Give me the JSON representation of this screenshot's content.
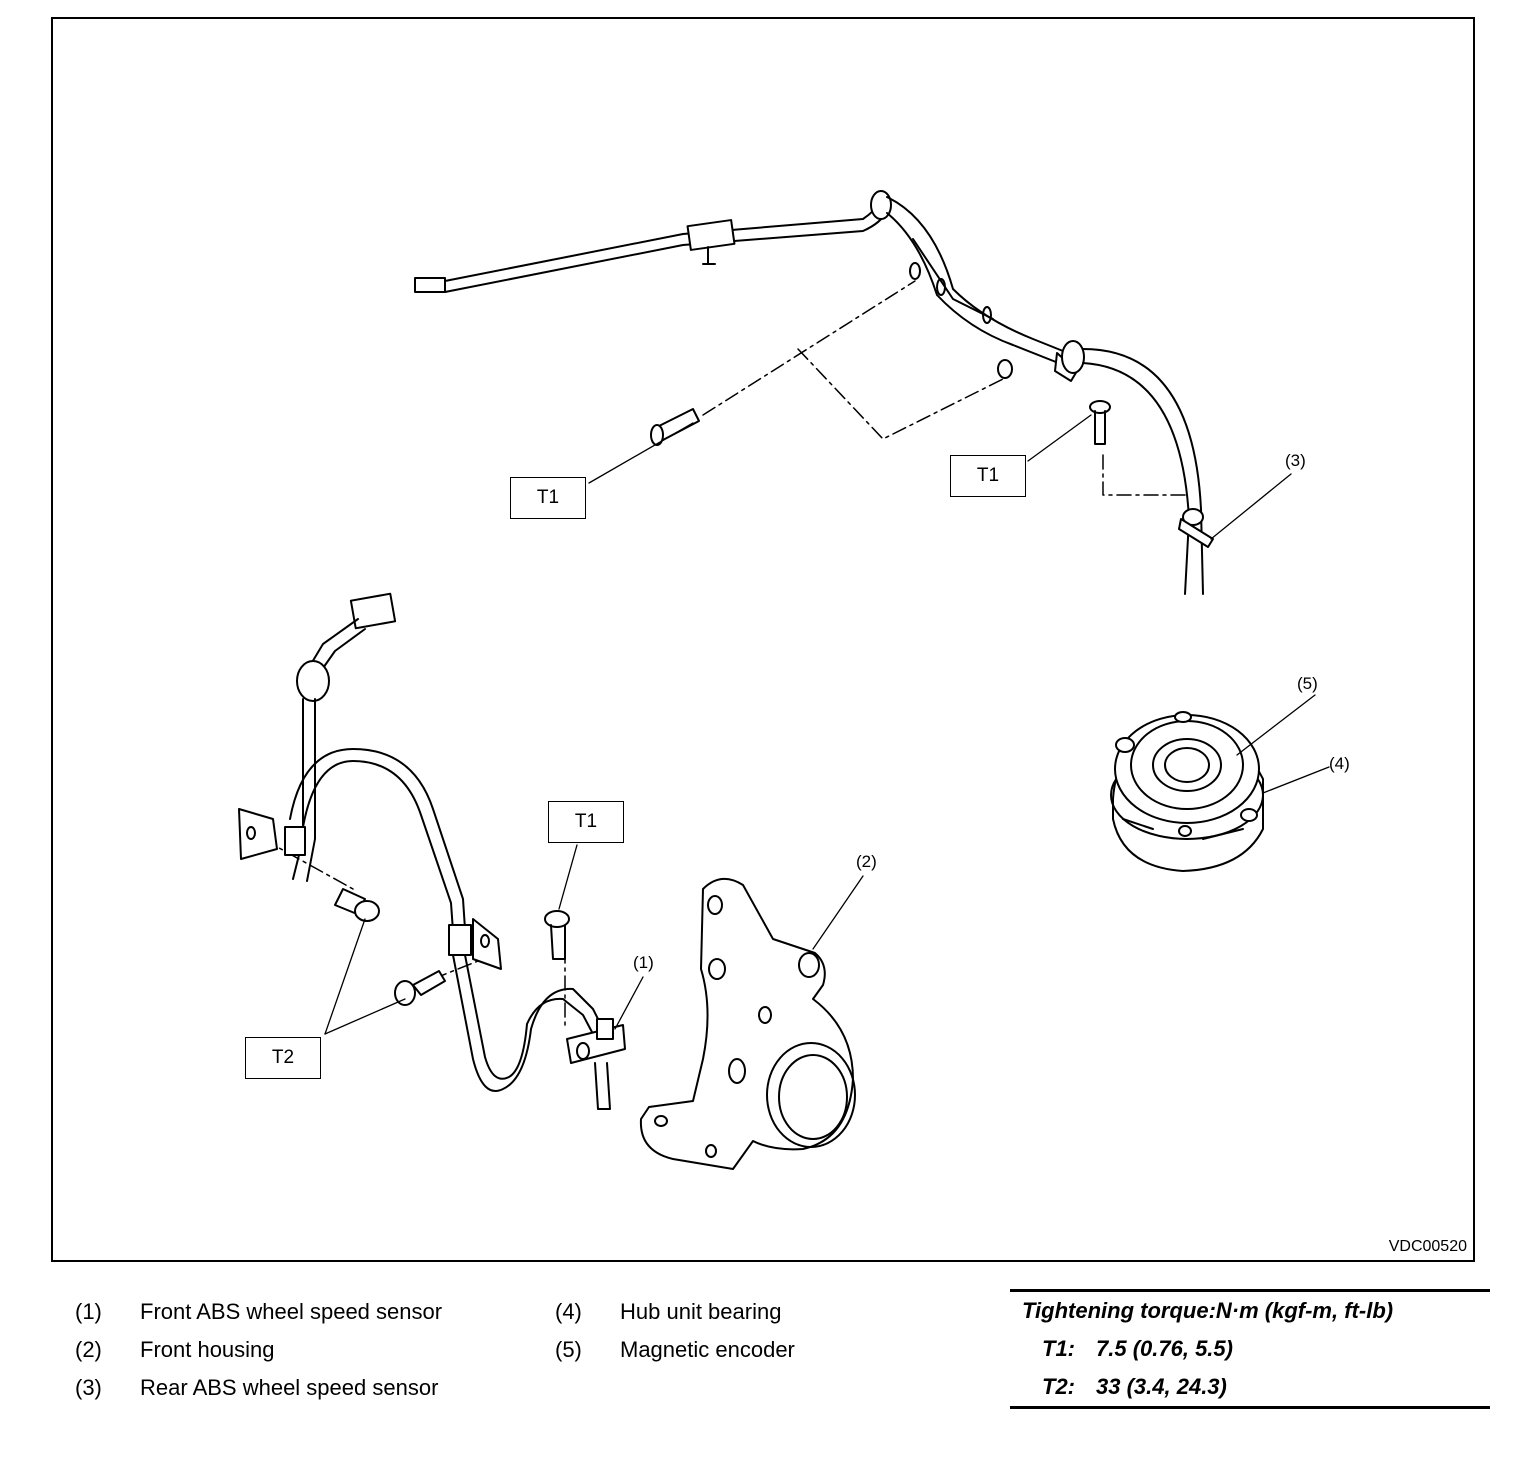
{
  "figure": {
    "id": "VDC00520",
    "callouts": {
      "t1_a": "T1",
      "t1_b": "T1",
      "t1_c": "T1",
      "t2": "T2"
    },
    "refs": {
      "r1": "(1)",
      "r2": "(2)",
      "r3": "(3)",
      "r4": "(4)",
      "r5": "(5)"
    }
  },
  "legend": [
    {
      "num": "(1)",
      "label": "Front ABS wheel speed sensor"
    },
    {
      "num": "(2)",
      "label": "Front housing"
    },
    {
      "num": "(3)",
      "label": "Rear ABS wheel speed sensor"
    },
    {
      "num": "(4)",
      "label": "Hub unit bearing"
    },
    {
      "num": "(5)",
      "label": "Magnetic encoder"
    }
  ],
  "torque": {
    "title": "Tightening torque:N·m (kgf-m, ft-lb)",
    "rows": [
      {
        "key": "T1:",
        "value": "7.5 (0.76, 5.5)"
      },
      {
        "key": "T2:",
        "value": "33 (3.4, 24.3)"
      }
    ]
  }
}
